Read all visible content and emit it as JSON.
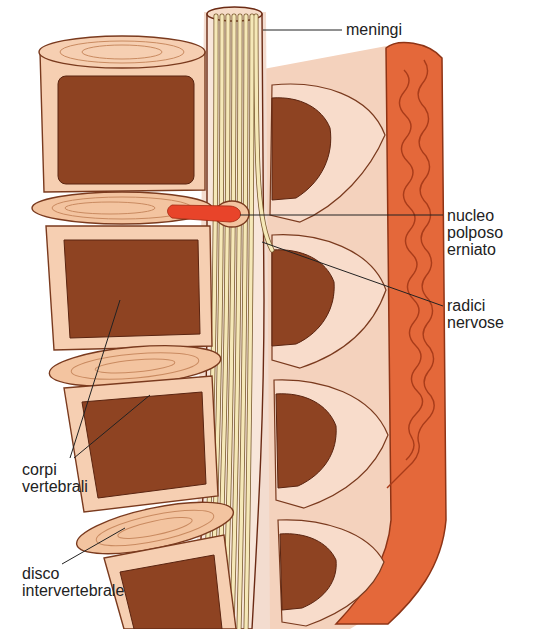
{
  "diagram": {
    "labels": [
      "meningi",
      "nucleo polposo erniato",
      "radici nervose",
      "corpi vertebrali",
      "disco intervertebrale"
    ]
  }
}
